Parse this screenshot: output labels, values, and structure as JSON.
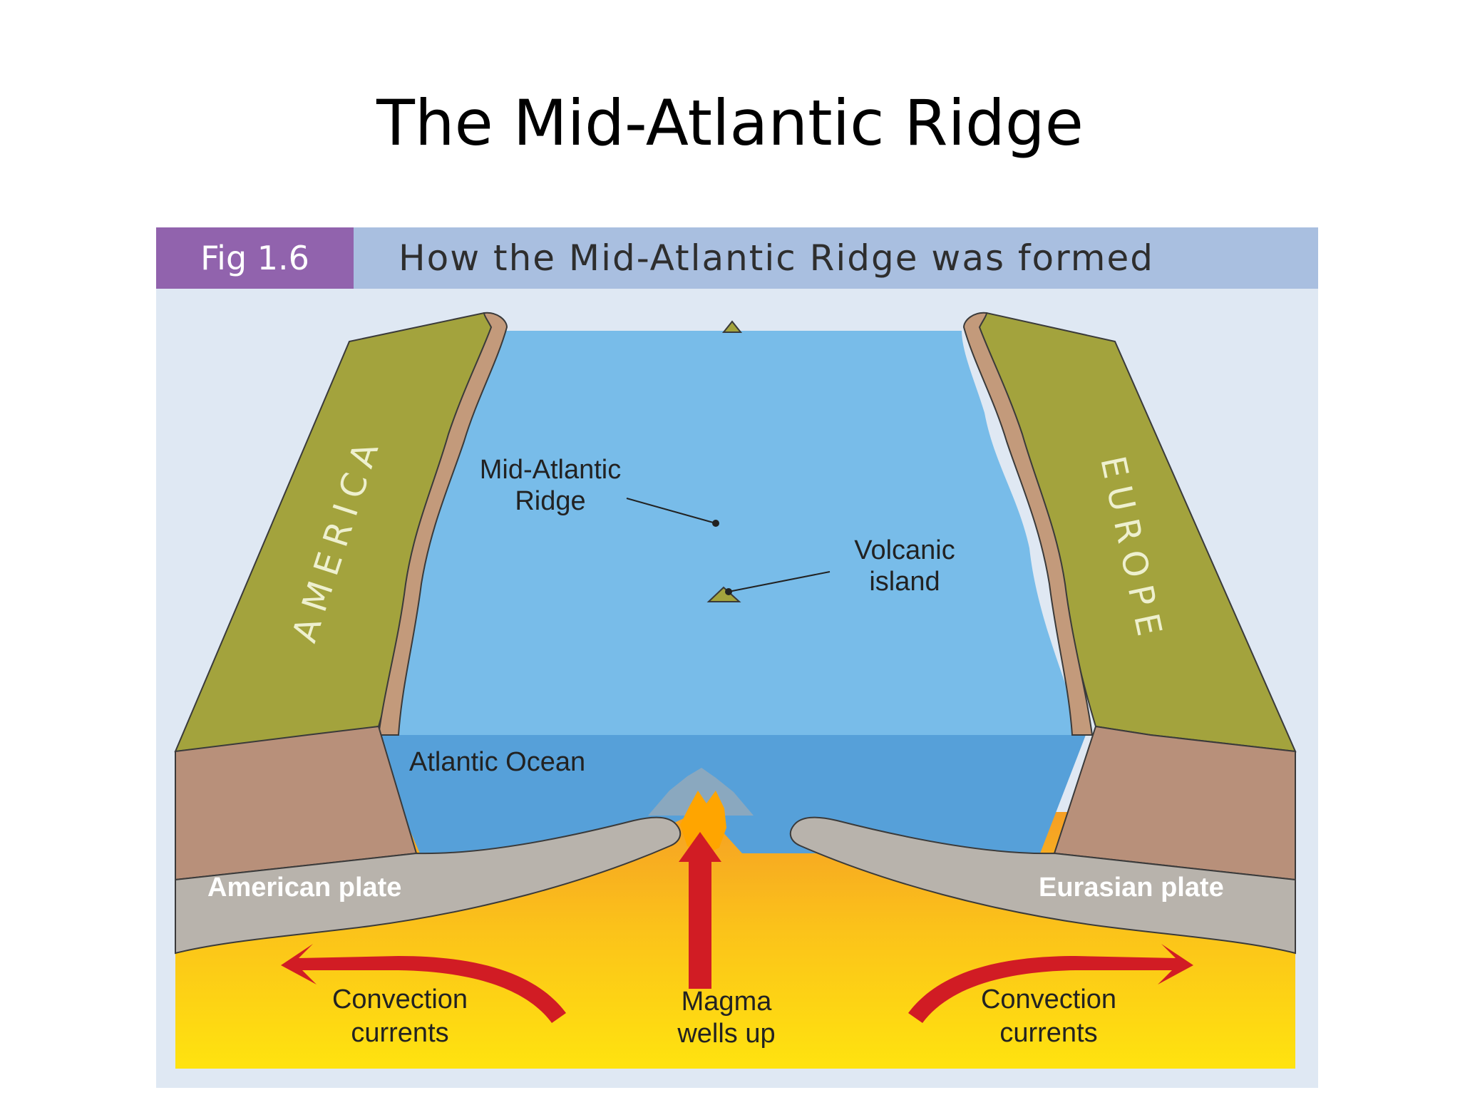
{
  "slide": {
    "title": "The Mid-Atlantic Ridge"
  },
  "figure": {
    "number": "Fig 1.6",
    "caption": "How the Mid-Atlantic Ridge was formed",
    "labels": {
      "america": "AMERICA",
      "europe": "EUROPE",
      "ridge_line1": "Mid-Atlantic",
      "ridge_line2": "Ridge",
      "volcanic_line1": "Volcanic",
      "volcanic_line2": "island",
      "ocean": "Atlantic Ocean",
      "american_plate": "American plate",
      "eurasian_plate": "Eurasian plate",
      "convection_left_line1": "Convection",
      "convection_left_line2": "currents",
      "magma_line1": "Magma",
      "magma_line2": "wells up",
      "convection_right_line1": "Convection",
      "convection_right_line2": "currents"
    },
    "colors": {
      "header_bar": "#a9bfe0",
      "fig_number_bg": "#9163ad",
      "land_surface": "#a3a33d",
      "continental_crust": "#b8907a",
      "ocean_surface": "#78bce9",
      "ocean_depth": "#56a0d9",
      "plate": "#b8b3ac",
      "mantle_top": "#f7a823",
      "mantle_bottom": "#ffe11a",
      "arrow": "#d11c24",
      "magma": "#ffa500"
    }
  }
}
